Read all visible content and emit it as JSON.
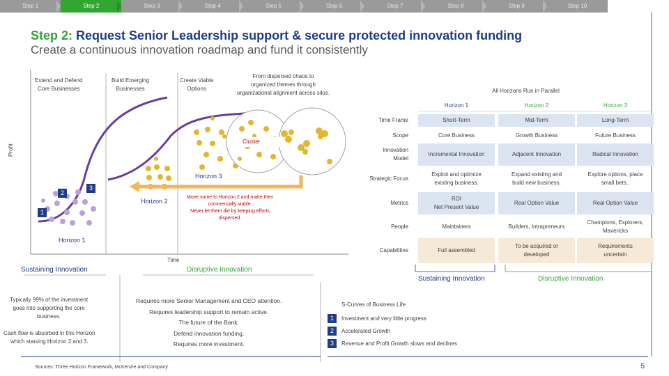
{
  "steps": [
    "Step 1",
    "Step 2",
    "Step 3",
    "Step 4",
    "Step 5",
    "Step 6",
    "Step 7",
    "Step 8",
    "Step 9",
    "Step 10"
  ],
  "title": {
    "prefix": "Step 2:",
    "text": "Request Senior Leadership support & secure protected innovation funding"
  },
  "subtitle": "Create a continuous innovation roadmap and fund it consistently",
  "diagram": {
    "col1": "Extend and Defend\nCore Businesses",
    "col2": "Build Emerging\nBusinesses",
    "col3": "Create Viable\nOptions",
    "chaos_note": "From dispersed chaos to\norganized themes through\norganizational alignment across silos.",
    "profit": "Profit",
    "time": "Time",
    "cluster": "Cluster",
    "horizon1": "Horizon 1",
    "horizon2": "Horizon 2",
    "horizon3": "Horizon 3",
    "move_note": "Move some to Horizon 2 and make then\ncommercially viable.\nNever let them die by keeping efforts\ndispersed.",
    "badge1": "1",
    "badge2": "2",
    "badge3": "3",
    "sustaining": "Sustaining Innovation",
    "disruptive": "Disruptive Innovation",
    "investment_note": "Typically 99% of the investment\ngoes into supporting the core\nbusiness.",
    "cashflow_note": "Cash flow is absorbed in this Horizon\nwhich starving Horizon 2 and 3.",
    "requires_note": "Requires more Senior Management and CEO attention.\nRequires leadership support to remain active.\nThe future of the Bank.\nDefend innovation funding.\nRequires more investment.",
    "sources": "Sources: Three Horizon Framework, McKenzie and Company"
  },
  "table": {
    "caption": "All Horizons Run in Parallel",
    "headers": [
      "Horizon 1",
      "Horizon 2",
      "Horizon 3"
    ],
    "rows": [
      {
        "label": "Time Frame",
        "values": [
          "Short-Term",
          "Mid-Term",
          "Long-Term"
        ]
      },
      {
        "label": "Scope",
        "values": [
          "Core Business",
          "Growth Business",
          "Future Business"
        ]
      },
      {
        "label": "Innovation\nModel",
        "values": [
          "Incremental Innovation",
          "Adjacent Innovation",
          "Radical Innovation"
        ]
      },
      {
        "label": "Strategic Focus",
        "values": [
          "Exploit and optimize\nexisting business.",
          "Expand existing and\nbuild new business.",
          "Explore options, place\nsmall bets.."
        ]
      },
      {
        "label": "Metrics",
        "values": [
          "ROI\nNet Present Value",
          "Real Option Value",
          "Real Option Value"
        ]
      },
      {
        "label": "People",
        "values": [
          "Maintainers",
          "Builders, Intrapreneurs",
          "Champions, Explorers,\nMavericks"
        ]
      },
      {
        "label": "Capabilities",
        "values": [
          "Full assembled",
          "To be acquired or\ndeveloped",
          "Requirements\nuncertain"
        ]
      }
    ],
    "sustaining": "Sustaining Innovation",
    "disruptive": "Disruptive Innovation"
  },
  "scurves": {
    "title": "S-Curves of Business Life",
    "items": [
      {
        "num": "1",
        "text": "Investment and very little progress"
      },
      {
        "num": "2",
        "text": "Accelerated Growth"
      },
      {
        "num": "3",
        "text": "Revenue and Profit Growth slows and declines"
      }
    ]
  },
  "page_number": "5",
  "colors": {
    "green": "#33a532",
    "navy": "#1f3c8a",
    "red": "#c00000",
    "purple": "#6a3d9a",
    "lavender": "#b8a2d8",
    "gold": "#e1b72e",
    "orange_arrow": "#f2b654"
  }
}
